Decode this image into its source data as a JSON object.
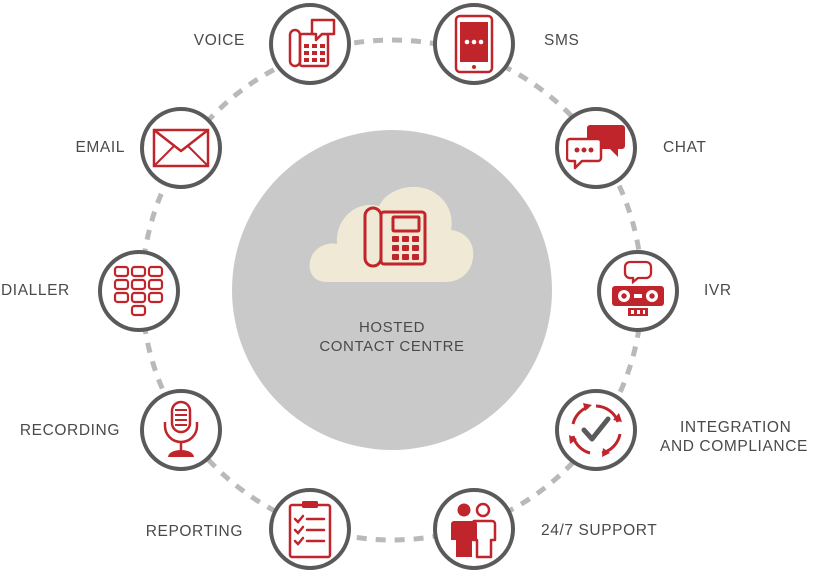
{
  "center": {
    "line1": "HOSTED",
    "line2": "CONTACT CENTRE"
  },
  "colors": {
    "accent": "#c0252b",
    "ring": "#5a5a5a",
    "dash": "#b9b9b9",
    "center_fill": "#c9c9c9",
    "cloud": "#efe9d6",
    "text": "#4a4a4a"
  },
  "nodes": [
    {
      "id": "voice",
      "label": "VOICE",
      "icon": "desk-phone-icon"
    },
    {
      "id": "sms",
      "label": "SMS",
      "icon": "mobile-phone-icon"
    },
    {
      "id": "chat",
      "label": "CHAT",
      "icon": "chat-bubbles-icon"
    },
    {
      "id": "ivr",
      "label": "IVR",
      "icon": "robot-icon"
    },
    {
      "id": "integration",
      "label": "INTEGRATION",
      "label2": "AND COMPLIANCE",
      "icon": "cycle-check-icon"
    },
    {
      "id": "support",
      "label": "24/7 SUPPORT",
      "icon": "people-icon"
    },
    {
      "id": "reporting",
      "label": "REPORTING",
      "icon": "clipboard-checklist-icon"
    },
    {
      "id": "recording",
      "label": "RECORDING",
      "icon": "microphone-icon"
    },
    {
      "id": "dialler",
      "label": "DIALLER",
      "icon": "keypad-icon"
    },
    {
      "id": "email",
      "label": "EMAIL",
      "icon": "envelope-icon"
    }
  ]
}
